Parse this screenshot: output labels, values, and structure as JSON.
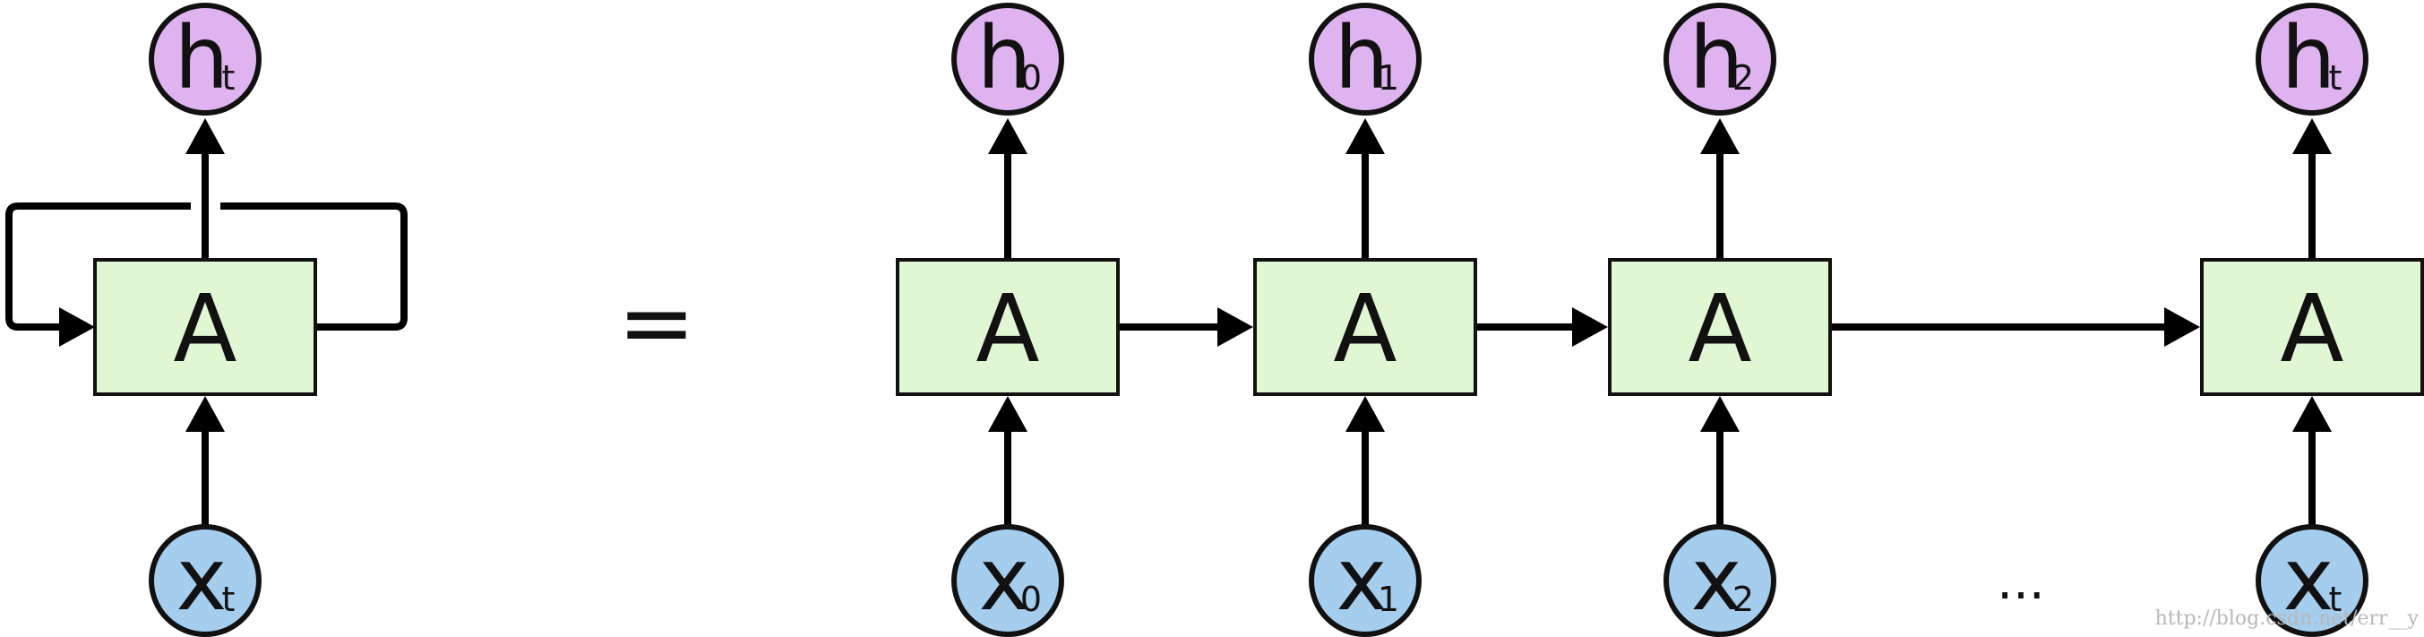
{
  "colors": {
    "cell_fill": "#e1f7d3",
    "output_fill": "#dfb3ef",
    "input_fill": "#a4cdee",
    "stroke": "#111111"
  },
  "rolled": {
    "cell": "A",
    "output": {
      "main": "h",
      "sub": "t"
    },
    "input": {
      "main": "x",
      "sub": "t"
    }
  },
  "equals": "=",
  "unrolled": [
    {
      "cell": "A",
      "output": {
        "main": "h",
        "sub": "0"
      },
      "input": {
        "main": "x",
        "sub": "0"
      }
    },
    {
      "cell": "A",
      "output": {
        "main": "h",
        "sub": "1"
      },
      "input": {
        "main": "x",
        "sub": "1"
      }
    },
    {
      "cell": "A",
      "output": {
        "main": "h",
        "sub": "2"
      },
      "input": {
        "main": "x",
        "sub": "2"
      }
    },
    {
      "cell": "A",
      "output": {
        "main": "h",
        "sub": "t"
      },
      "input": {
        "main": "x",
        "sub": "t"
      }
    }
  ],
  "ellipsis": "...",
  "watermark": "http://blog.csdn.net/err__y"
}
